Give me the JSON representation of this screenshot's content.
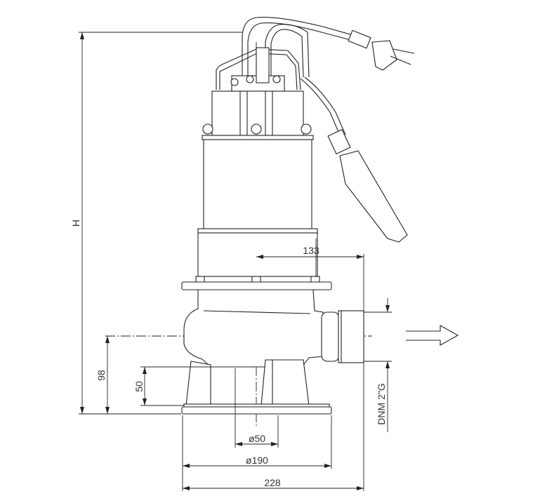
{
  "drawing": {
    "dimensions": {
      "height": "H",
      "outlet_offset": "133",
      "outlet_height": "98",
      "inlet_height": "50",
      "inlet_diameter": "ø50",
      "base_diameter": "ø190",
      "total_width": "228",
      "outlet_connection": "DNM 2\"G"
    }
  }
}
